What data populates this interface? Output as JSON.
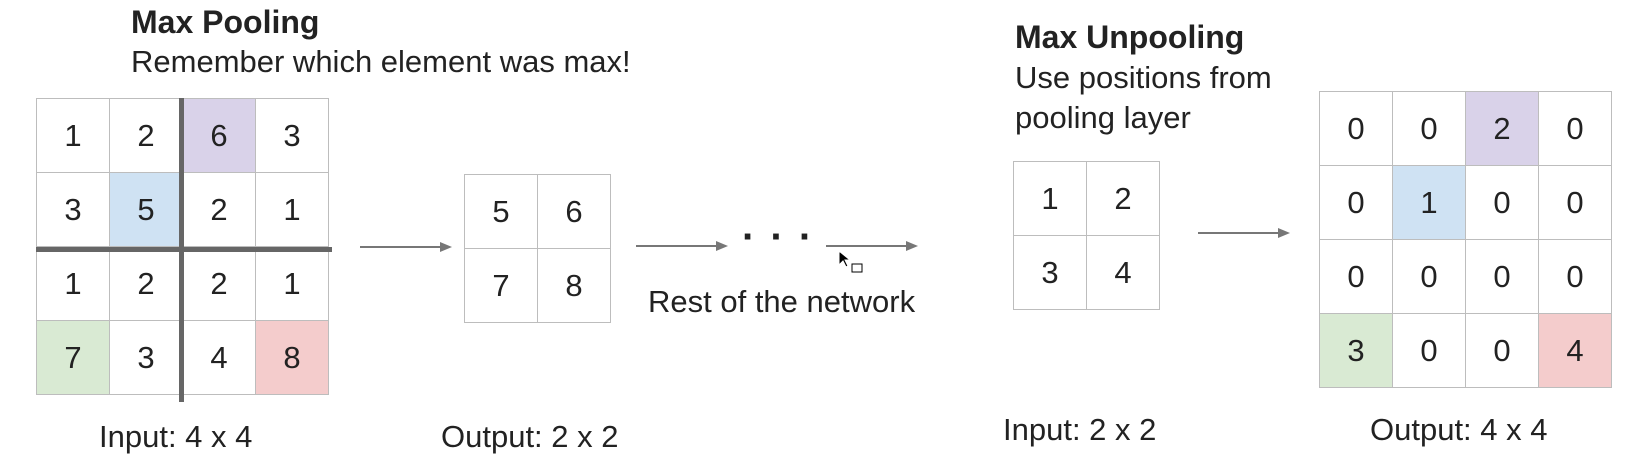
{
  "colors": {
    "purple": "#d9d2e9",
    "blue": "#cfe2f3",
    "green": "#d9ead3",
    "red": "#f4cccc",
    "grid_line": "#bdbdbd",
    "divider": "#666666",
    "arrow": "#777777"
  },
  "pooling": {
    "title": "Max Pooling",
    "subtitle": "Remember which element was max!",
    "input_caption": "Input: 4 x 4",
    "output_caption": "Output: 2 x 2",
    "input_grid": [
      [
        {
          "v": "1"
        },
        {
          "v": "2"
        },
        {
          "v": "6",
          "c": "purple"
        },
        {
          "v": "3"
        }
      ],
      [
        {
          "v": "3"
        },
        {
          "v": "5",
          "c": "blue"
        },
        {
          "v": "2"
        },
        {
          "v": "1"
        }
      ],
      [
        {
          "v": "1"
        },
        {
          "v": "2"
        },
        {
          "v": "2"
        },
        {
          "v": "1"
        }
      ],
      [
        {
          "v": "7",
          "c": "green"
        },
        {
          "v": "3"
        },
        {
          "v": "4"
        },
        {
          "v": "8",
          "c": "red"
        }
      ]
    ],
    "output_grid": [
      [
        {
          "v": "5"
        },
        {
          "v": "6"
        }
      ],
      [
        {
          "v": "7"
        },
        {
          "v": "8"
        }
      ]
    ]
  },
  "network": {
    "ellipsis": "· · ·",
    "label": "Rest of the network"
  },
  "unpooling": {
    "title": "Max Unpooling",
    "subtitle_line1": "Use positions from",
    "subtitle_line2": "pooling layer",
    "input_caption": "Input: 2 x 2",
    "output_caption": "Output: 4 x 4",
    "input_grid": [
      [
        {
          "v": "1"
        },
        {
          "v": "2"
        }
      ],
      [
        {
          "v": "3"
        },
        {
          "v": "4"
        }
      ]
    ],
    "output_grid": [
      [
        {
          "v": "0"
        },
        {
          "v": "0"
        },
        {
          "v": "2",
          "c": "purple"
        },
        {
          "v": "0"
        }
      ],
      [
        {
          "v": "0"
        },
        {
          "v": "1",
          "c": "blue"
        },
        {
          "v": "0"
        },
        {
          "v": "0"
        }
      ],
      [
        {
          "v": "0"
        },
        {
          "v": "0"
        },
        {
          "v": "0"
        },
        {
          "v": "0"
        }
      ],
      [
        {
          "v": "3",
          "c": "green"
        },
        {
          "v": "0"
        },
        {
          "v": "0"
        },
        {
          "v": "4",
          "c": "red"
        }
      ]
    ]
  }
}
